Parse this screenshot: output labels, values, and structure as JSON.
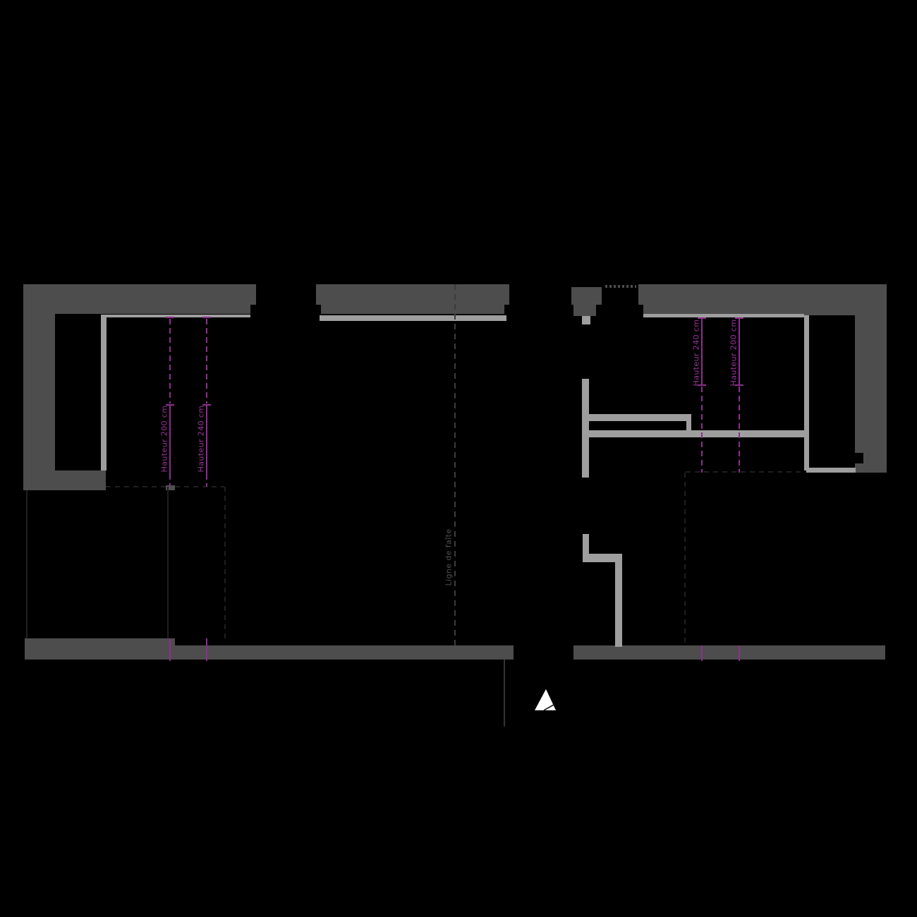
{
  "plan": {
    "ridge": {
      "label": "Ligne de faîte"
    },
    "height_lines": [
      {
        "id": "left-200",
        "label": "Hauteur 200 cm"
      },
      {
        "id": "left-240",
        "label": "Hauteur 240 cm"
      },
      {
        "id": "right-240",
        "label": "Hauteur 240 cm"
      },
      {
        "id": "right-200",
        "label": "Hauteur 200 cm"
      }
    ],
    "icons": {
      "north_arrow": "north-arrow"
    },
    "colors": {
      "background": "#000000",
      "wall_dark": "#4d4d4d",
      "wall_light": "#9e9e9e",
      "room_outline": "#1f1f1f",
      "ridge_line": "#3c3c3c",
      "height_annotation": "#8d2f8d",
      "north_arrow_fill": "#ffffff"
    }
  }
}
